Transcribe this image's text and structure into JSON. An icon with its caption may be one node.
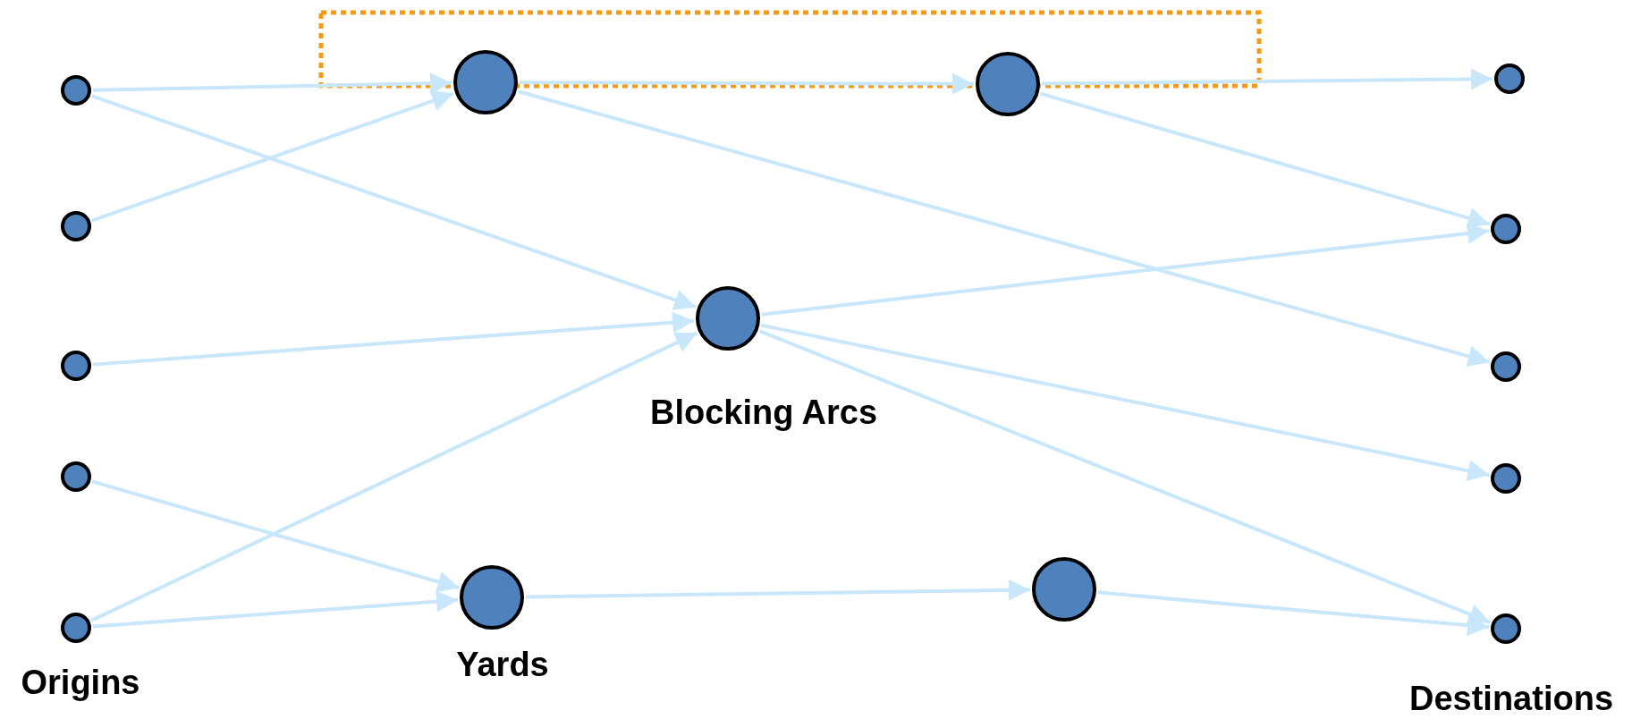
{
  "diagram": {
    "nodes": [
      {
        "text": [],
        "shape": "circle"
      },
      {
        "text": [],
        "shape": "circle"
      },
      {
        "text": [],
        "shape": "circle"
      },
      {
        "text": [],
        "shape": "circle"
      },
      {
        "text": [],
        "shape": "circle"
      },
      {
        "text": [],
        "shape": "circle"
      },
      {
        "text": [],
        "shape": "circle"
      },
      {
        "text": [],
        "shape": "circle"
      },
      {
        "text": [],
        "shape": "circle"
      },
      {
        "text": [],
        "shape": "circle"
      },
      {
        "text": [],
        "shape": "circle"
      },
      {
        "text": [],
        "shape": "circle"
      },
      {
        "text": [],
        "shape": "circle"
      },
      {
        "text": [],
        "shape": "circle"
      },
      {
        "text": [],
        "shape": "circle"
      }
    ],
    "edges": [
      {
        "from": 0,
        "to": 5,
        "arrow": "to"
      },
      {
        "from": 0,
        "to": 7,
        "arrow": "to"
      },
      {
        "from": 1,
        "to": 5,
        "arrow": "to"
      },
      {
        "from": 2,
        "to": 7,
        "arrow": "to"
      },
      {
        "from": 3,
        "to": 8,
        "arrow": "to"
      },
      {
        "from": 4,
        "to": 7,
        "arrow": "to"
      },
      {
        "from": 4,
        "to": 8,
        "arrow": "to"
      },
      {
        "from": 5,
        "to": 6,
        "arrow": "to"
      },
      {
        "from": 5,
        "to": 12,
        "arrow": "to"
      },
      {
        "from": 6,
        "to": 10,
        "arrow": "to"
      },
      {
        "from": 6,
        "to": 11,
        "arrow": "to"
      },
      {
        "from": 7,
        "to": 11,
        "arrow": "to"
      },
      {
        "from": 7,
        "to": 13,
        "arrow": "to"
      },
      {
        "from": 7,
        "to": 14,
        "arrow": "to"
      },
      {
        "from": 8,
        "to": 9,
        "arrow": "to"
      },
      {
        "from": 9,
        "to": 14,
        "arrow": "to"
      }
    ],
    "labels": [
      "Origins",
      "Yards",
      "Blocking Arcs",
      "Destinations"
    ]
  }
}
